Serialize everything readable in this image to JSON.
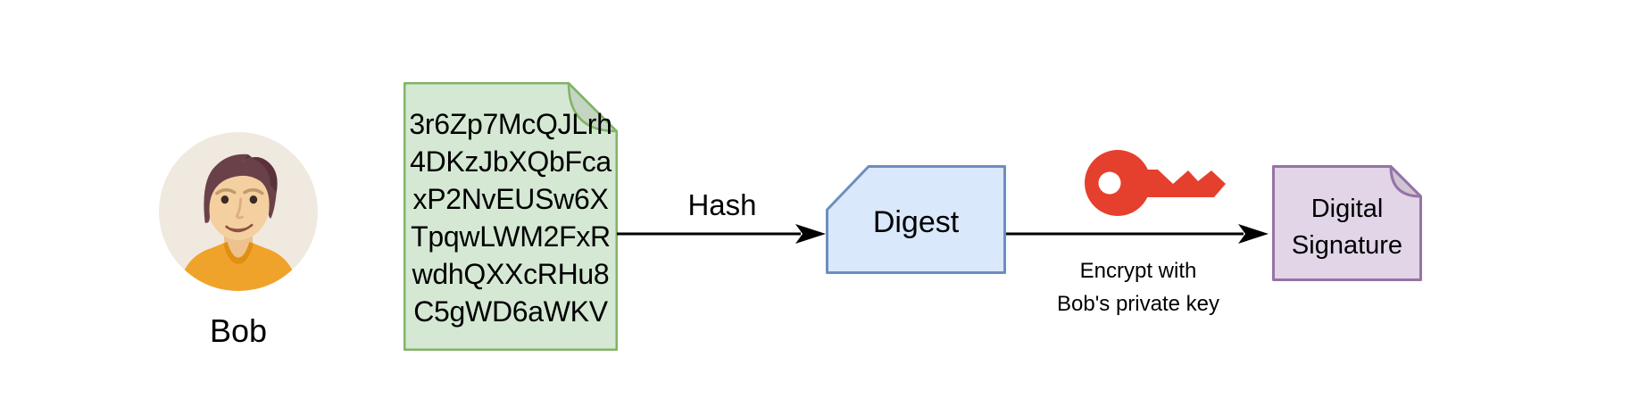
{
  "actor": {
    "name": "Bob"
  },
  "message_document": {
    "lines": [
      "3r6Zp7McQJLrh",
      "4DKzJbXQbFca",
      "xP2NvEUSw6X",
      "TpqwLWM2FxR",
      "wdhQXXcRHu8",
      "C5gWD6aWKV"
    ],
    "fill": "#d5e8d4",
    "stroke": "#82b366"
  },
  "hash_step": {
    "label": "Hash"
  },
  "digest": {
    "label": "Digest",
    "fill": "#dae8fc",
    "stroke": "#6c8ebf"
  },
  "encrypt_step": {
    "label_line1": "Encrypt with",
    "label_line2": "Bob's private key",
    "key_color": "#e5402d"
  },
  "signature_document": {
    "label_line1": "Digital",
    "label_line2": "Signature",
    "fill": "#e1d5e7",
    "stroke": "#9673a6"
  },
  "colors": {
    "connector": "#000000",
    "text": "#000000",
    "background": "#ffffff"
  }
}
